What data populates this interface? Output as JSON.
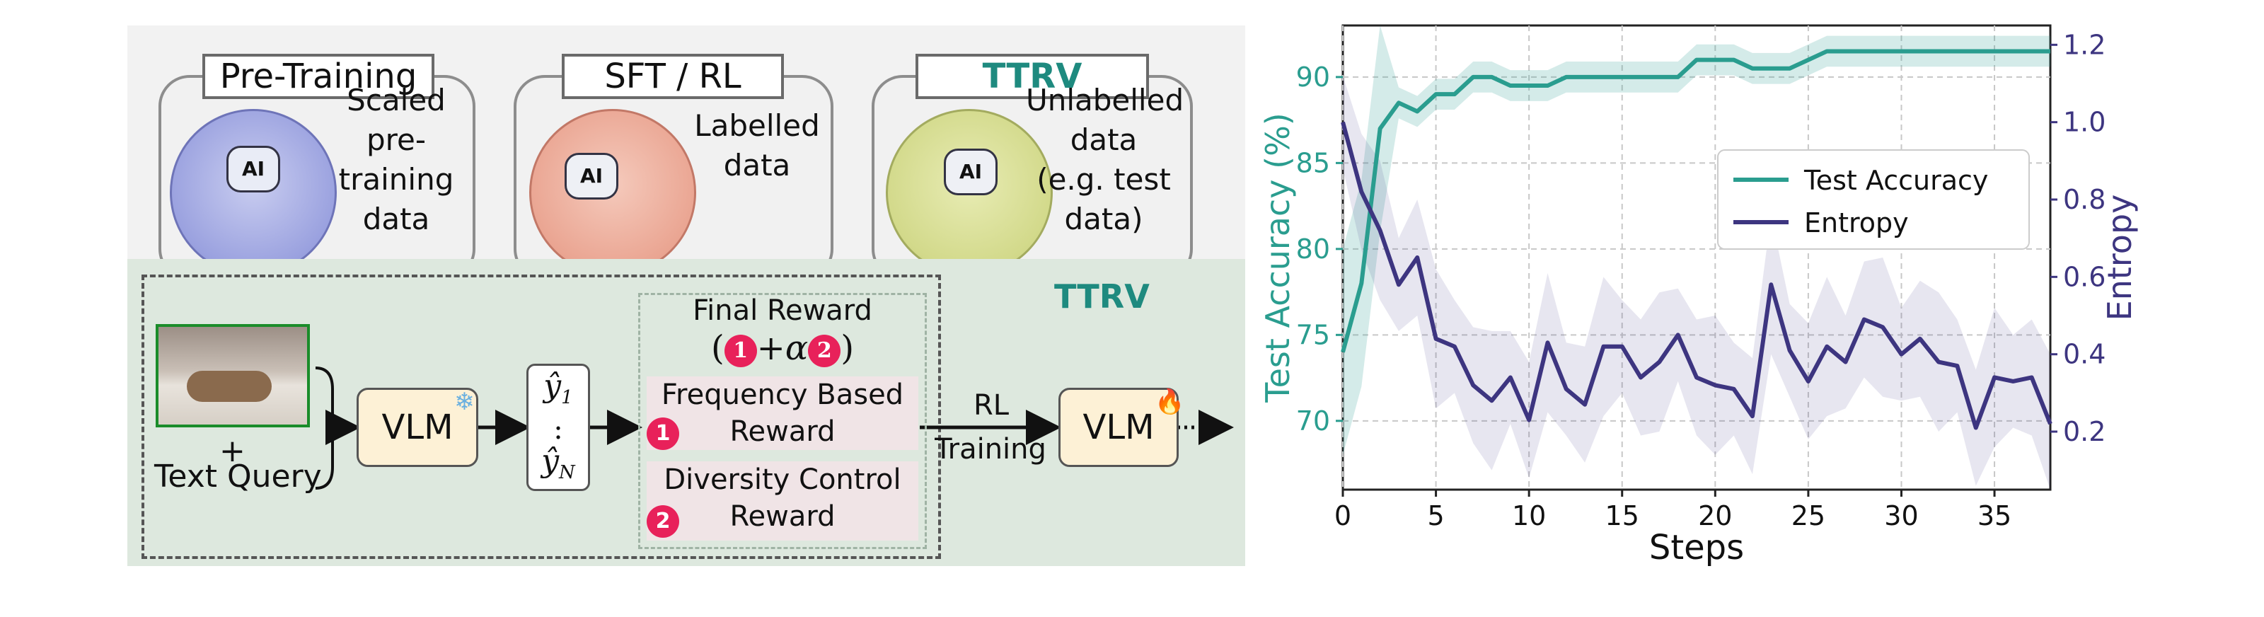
{
  "cards": [
    {
      "title": "Pre-Training",
      "lines": [
        "Scaled",
        "pre-",
        "training",
        "data"
      ]
    },
    {
      "title": "SFT / RL",
      "lines": [
        "Labelled",
        "data"
      ]
    },
    {
      "title": "TTRV",
      "lines": [
        "Unlabelled",
        "data",
        "(e.g. test",
        "data)"
      ]
    }
  ],
  "pipeline": {
    "section_title": "TTRV",
    "plus": "+",
    "text_query": "Text Query",
    "vlm_label": "VLM",
    "vlm_label_2": "VLM",
    "y_first": "ŷ",
    "y_first_sub": "1",
    "y_dots": ":",
    "y_last": "ŷ",
    "y_last_sub": "N",
    "rl_label": "RL",
    "training_label": "Training",
    "final_reward": "Final Reward",
    "formula_open": "(",
    "formula_plus": "+α",
    "formula_close": ")",
    "badge_1": "1",
    "badge_2": "2",
    "freq_line1": "Frequency Based",
    "freq_line2": "Reward",
    "div_line1": "Diversity Control",
    "div_line2": "Reward",
    "ai_label": "AI"
  },
  "chart_data": {
    "type": "line",
    "xlabel": "Steps",
    "ylabel": "Test Accuracy (%)",
    "ylabel_right": "Entropy",
    "xlim": [
      0,
      38
    ],
    "ylim": [
      66,
      93
    ],
    "ylim_right": [
      0.05,
      1.25
    ],
    "xticks": [
      "0",
      "5",
      "10",
      "15",
      "20",
      "25",
      "30",
      "35"
    ],
    "yticks": [
      "70",
      "75",
      "80",
      "85",
      "90"
    ],
    "yticks_right": [
      "0.2",
      "0.4",
      "0.6",
      "0.8",
      "1.0",
      "1.2"
    ],
    "grid": true,
    "legend_position": "center-right",
    "colors": {
      "accuracy": "#2a9d8f",
      "entropy": "#3d3580"
    },
    "series": [
      {
        "name": "Test Accuracy",
        "axis": "left",
        "x": [
          0,
          1,
          2,
          3,
          4,
          5,
          6,
          7,
          8,
          9,
          10,
          11,
          12,
          13,
          14,
          15,
          16,
          17,
          18,
          19,
          20,
          21,
          22,
          23,
          24,
          25,
          26,
          27,
          28,
          29,
          30,
          31,
          32,
          33,
          34,
          35,
          36,
          37,
          38
        ],
        "values": [
          74,
          78,
          87,
          88.5,
          88,
          89,
          89,
          90,
          90,
          89.5,
          89.5,
          89.5,
          90,
          90,
          90,
          90,
          90,
          90,
          90,
          91,
          91,
          91,
          90.5,
          90.5,
          90.5,
          91,
          91.5,
          91.5,
          91.5,
          91.5,
          91.5,
          91.5,
          91.5,
          91.5,
          91.5,
          91.5,
          91.5,
          91.5,
          91.5
        ]
      },
      {
        "name": "Entropy",
        "axis": "right",
        "x": [
          0,
          1,
          2,
          3,
          4,
          5,
          6,
          7,
          8,
          9,
          10,
          11,
          12,
          13,
          14,
          15,
          16,
          17,
          18,
          19,
          20,
          21,
          22,
          23,
          24,
          25,
          26,
          27,
          28,
          29,
          30,
          31,
          32,
          33,
          34,
          35,
          36,
          37,
          38
        ],
        "values": [
          1.0,
          0.82,
          0.72,
          0.58,
          0.65,
          0.44,
          0.42,
          0.32,
          0.28,
          0.34,
          0.23,
          0.43,
          0.31,
          0.27,
          0.42,
          0.42,
          0.34,
          0.38,
          0.45,
          0.34,
          0.32,
          0.31,
          0.24,
          0.58,
          0.41,
          0.33,
          0.42,
          0.38,
          0.49,
          0.47,
          0.4,
          0.44,
          0.38,
          0.37,
          0.21,
          0.34,
          0.33,
          0.34,
          0.22
        ]
      }
    ]
  }
}
